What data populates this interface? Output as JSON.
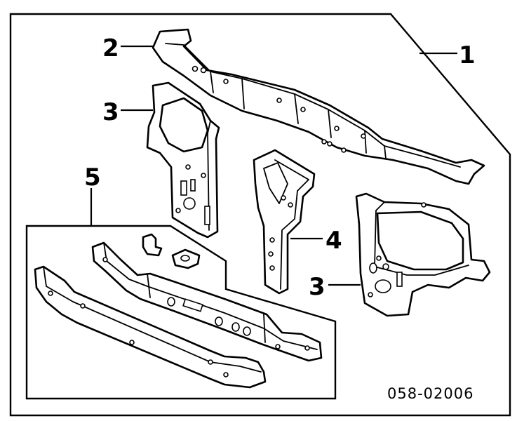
{
  "callouts": {
    "assembly": "1",
    "upper_tie_bar": "2",
    "left_side_support": "3",
    "right_side_support": "3",
    "center_stay": "4",
    "lower_group": "5"
  },
  "diagram_code": "058-02006"
}
